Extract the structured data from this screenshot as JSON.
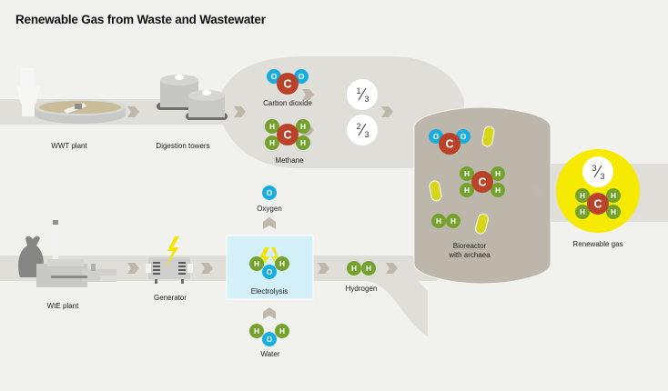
{
  "title": "Renewable Gas from Waste and Wastewater",
  "colors": {
    "background": "#f1f1ed",
    "flow_band": "#e0ded9",
    "arrow": "#bdb8ab",
    "bioreactor": "#bcb7aa",
    "carbon": "#b8432a",
    "oxygen": "#18aee0",
    "hydrogen": "#75a12e",
    "archaea": "#d6d51a",
    "renewable_gas": "#f5ea00",
    "electrolysis_box": "#d4f0f8",
    "lightning": "#f5e400"
  },
  "nodes": {
    "wwt_plant": "WWT plant",
    "digestion_towers": "Digestion towers",
    "carbon_dioxide": "Carbon dioxide",
    "methane": "Methane",
    "bioreactor_line1": "Bioreactor",
    "bioreactor_line2": "with archaea",
    "renewable_gas": "Renewable gas",
    "wte_plant": "WtE plant",
    "generator": "Generator",
    "electrolysis": "Electrolysis",
    "oxygen": "Oxygen",
    "hydrogen": "Hydrogen",
    "water": "Water"
  },
  "fractions": {
    "carbon_dioxide": {
      "num": "1",
      "den": "3"
    },
    "methane": {
      "num": "2",
      "den": "3"
    },
    "renewable_gas": {
      "num": "3",
      "den": "3"
    }
  },
  "atoms": {
    "carbon": "C",
    "oxygen": "O",
    "hydrogen": "H"
  }
}
